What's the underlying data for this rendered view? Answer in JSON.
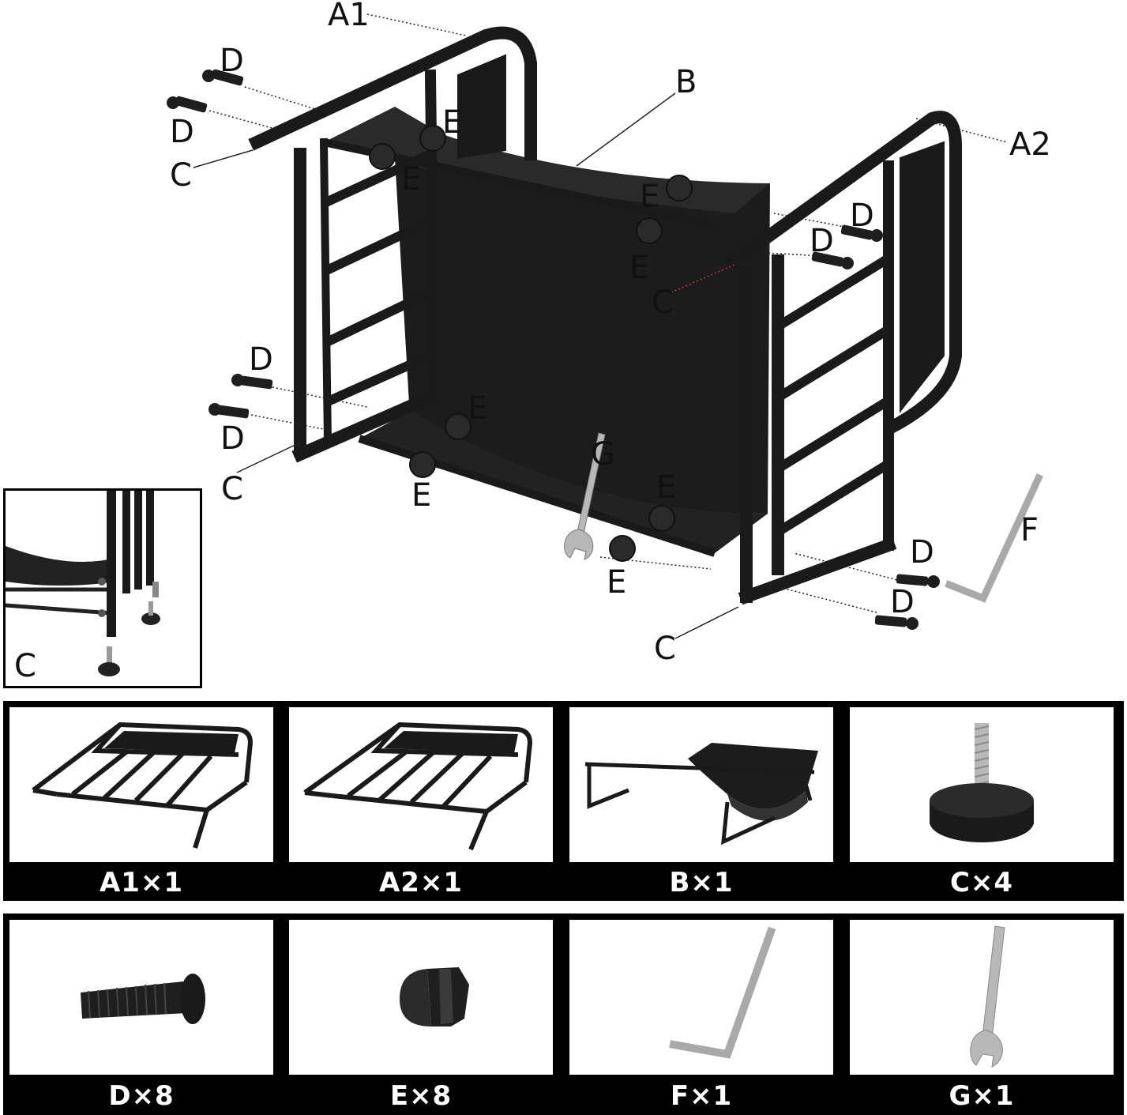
{
  "callouts": {
    "a1": "A1",
    "a2": "A2",
    "b": "B",
    "c": "C",
    "d": "D",
    "e": "E",
    "f": "F",
    "g": "G"
  },
  "inset": {
    "label": "C"
  },
  "parts": [
    {
      "id": "A1",
      "caption": "A1×1",
      "icon": "side-frame-a1-icon"
    },
    {
      "id": "A2",
      "caption": "A2×1",
      "icon": "side-frame-a2-icon"
    },
    {
      "id": "B",
      "caption": "B×1",
      "icon": "curved-seat-icon"
    },
    {
      "id": "C",
      "caption": "C×4",
      "icon": "leveling-foot-icon"
    },
    {
      "id": "D",
      "caption": "D×8",
      "icon": "bolt-icon"
    },
    {
      "id": "E",
      "caption": "E×8",
      "icon": "cap-nut-icon"
    },
    {
      "id": "F",
      "caption": "F×1",
      "icon": "allen-key-icon"
    },
    {
      "id": "G",
      "caption": "G×1",
      "icon": "wrench-icon"
    }
  ],
  "colors": {
    "frame": "#1a1a1a",
    "panel": "#1c1c1c",
    "metal": "#b8b8b8",
    "background": "#ffffff",
    "strip": "#000000"
  }
}
